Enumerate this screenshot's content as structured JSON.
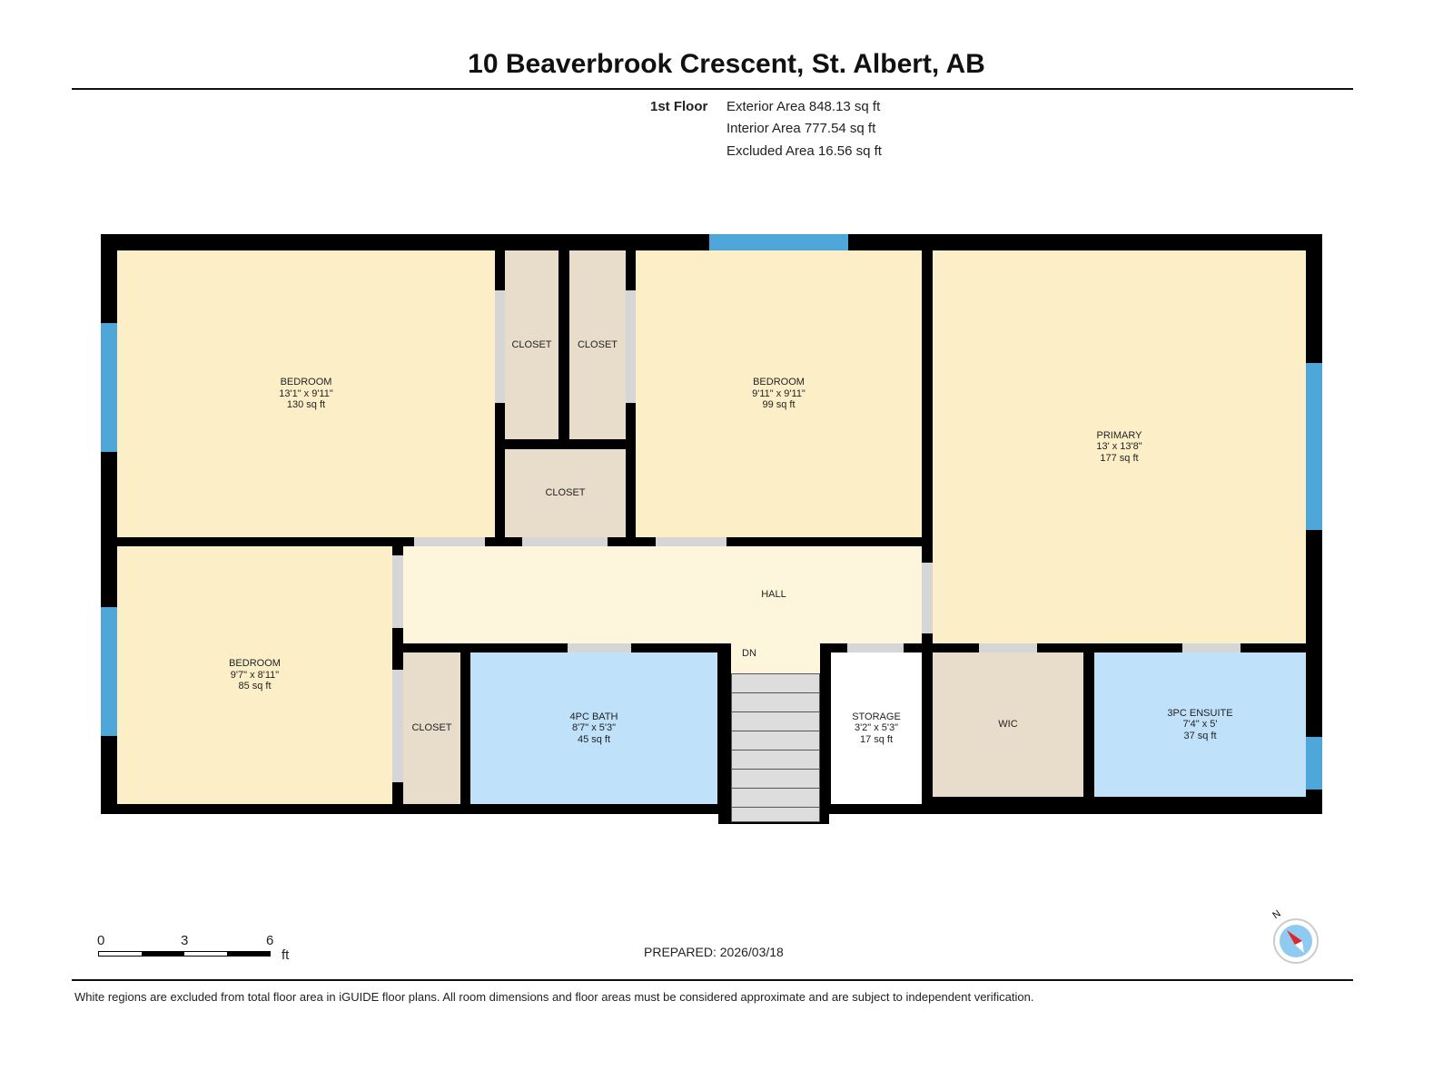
{
  "title": "10 Beaverbrook Crescent, St. Albert, AB",
  "floor": {
    "label": "1st Floor",
    "exterior": "Exterior Area 848.13 sq ft",
    "interior": "Interior Area 777.54 sq ft",
    "excluded": "Excluded Area 16.56 sq ft"
  },
  "rooms": {
    "bedroom1": {
      "name": "BEDROOM",
      "dims": "13'1\" x 9'11\"",
      "area": "130 sq ft"
    },
    "bedroom2": {
      "name": "BEDROOM",
      "dims": "9'11\" x 9'11\"",
      "area": "99 sq ft"
    },
    "bedroom3": {
      "name": "BEDROOM",
      "dims": "9'7\" x 8'11\"",
      "area": "85 sq ft"
    },
    "primary": {
      "name": "PRIMARY",
      "dims": "13' x 13'8\"",
      "area": "177 sq ft"
    },
    "closet": "CLOSET",
    "hall": "HALL",
    "dn": "DN",
    "bath": {
      "name": "4PC BATH",
      "dims": "8'7\" x 5'3\"",
      "area": "45 sq ft"
    },
    "storage": {
      "name": "STORAGE",
      "dims": "3'2\" x 5'3\"",
      "area": "17 sq ft"
    },
    "wic": "WIC",
    "ensuite": {
      "name": "3PC ENSUITE",
      "dims": "7'4\" x 5'",
      "area": "37 sq ft"
    }
  },
  "scale": {
    "t0": "0",
    "t1": "3",
    "t2": "6",
    "unit": "ft"
  },
  "prepared": "PREPARED: 2026/03/18",
  "compass": "N",
  "footer": "White regions are excluded from total floor area in iGUIDE floor plans. All room dimensions and floor areas must be considered approximate and are subject to independent verification."
}
